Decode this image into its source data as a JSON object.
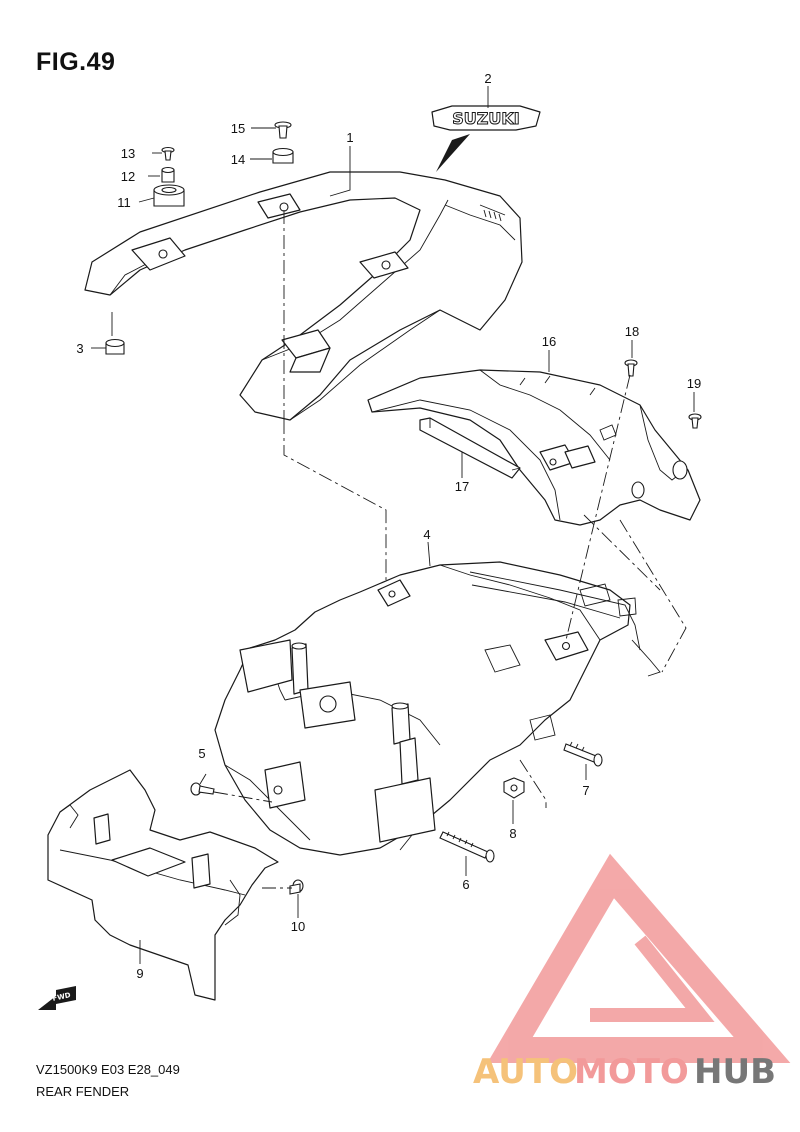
{
  "figure": {
    "title": "FIG.49",
    "code": "VZ1500K9 E03 E28_049",
    "name": "REAR FENDER"
  },
  "callouts": [
    "1",
    "2",
    "3",
    "4",
    "5",
    "6",
    "7",
    "8",
    "9",
    "10",
    "11",
    "12",
    "13",
    "14",
    "15",
    "16",
    "17",
    "18",
    "19"
  ],
  "emblem": {
    "text": "SUZUKI"
  },
  "fwd_arrow": {
    "text": "FWD"
  },
  "watermark": {
    "auto": "AUTO",
    "moto": "MOTO",
    "hub": "HUB",
    "colors": {
      "auto": "#f5c27a",
      "moto": "#f29a9a",
      "hub": "#777777",
      "triangle": "#f29a9a"
    }
  }
}
